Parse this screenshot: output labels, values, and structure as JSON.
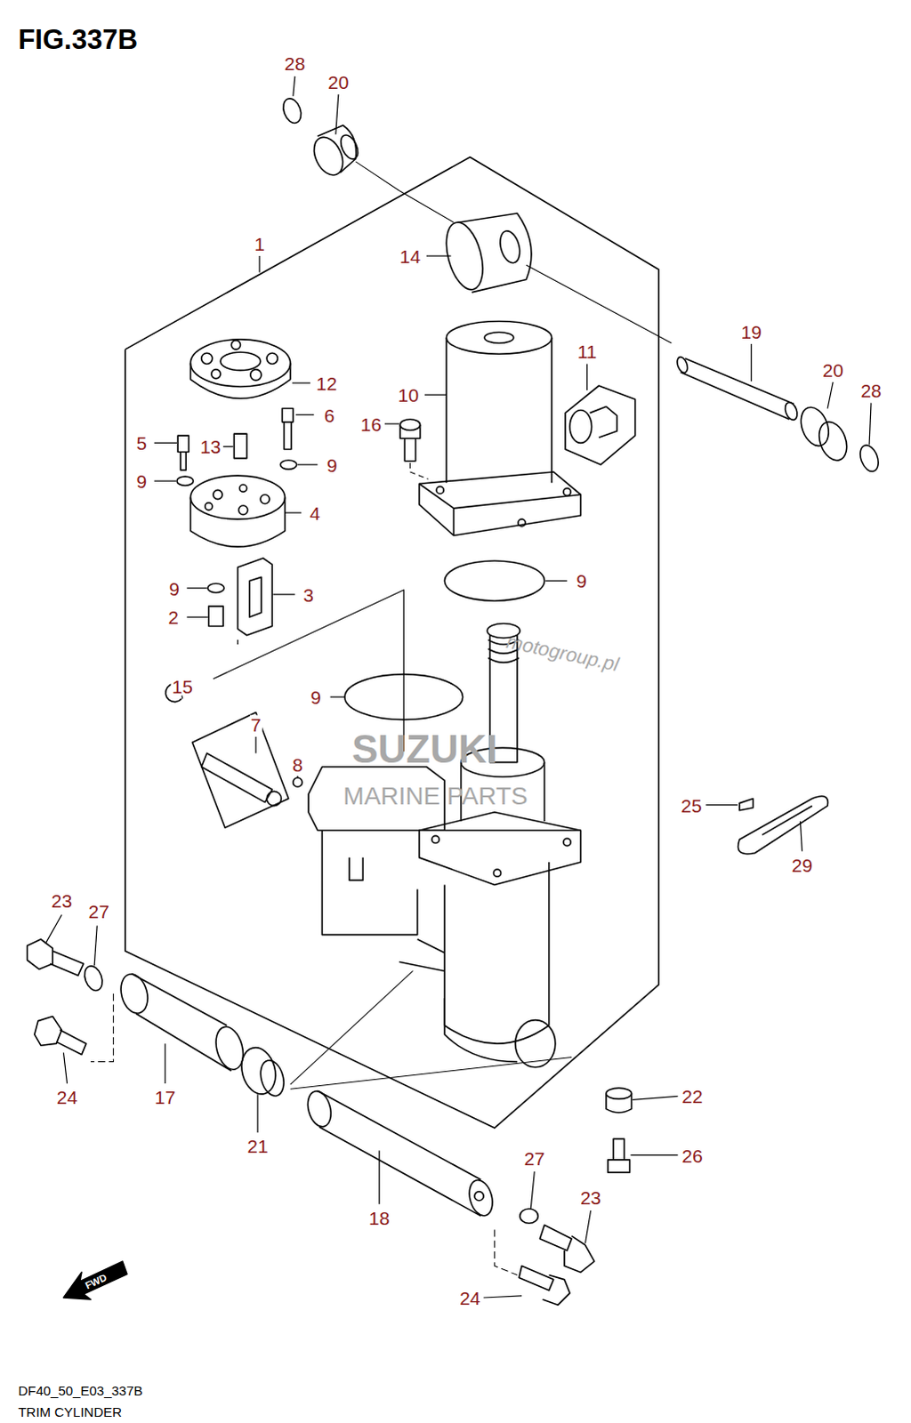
{
  "diagram": {
    "title": "FIG.337B",
    "caption": "TRIM CYLINDER",
    "labels": [
      "28",
      "20",
      "1",
      "14",
      "19",
      "11",
      "12",
      "10",
      "20",
      "28",
      "6",
      "16",
      "5",
      "13",
      "9",
      "9",
      "4",
      "9",
      "9",
      "3",
      "2",
      "15",
      "9",
      "7",
      "8",
      "25",
      "29",
      "23",
      "27",
      "24",
      "17",
      "21",
      "22",
      "26",
      "27",
      "23",
      "18",
      "24",
      "FWD",
      "DF40_50_E03_337B",
      "motogroup.pl",
      "SUZUKI",
      "MARINE PARTS"
    ]
  }
}
